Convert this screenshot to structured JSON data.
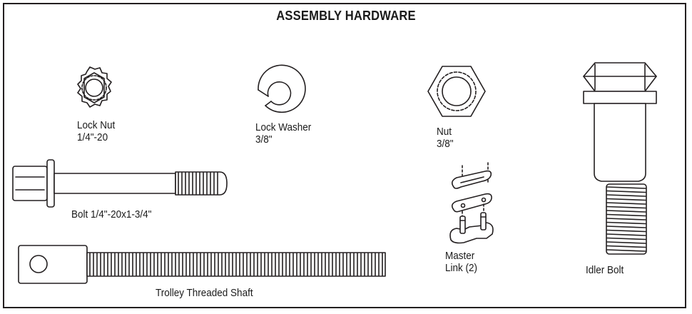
{
  "title": "ASSEMBLY HARDWARE",
  "parts": {
    "lock_nut": {
      "name": "Lock Nut",
      "size": "1/4\"-20"
    },
    "lock_washer": {
      "name": "Lock Washer",
      "size": "3/8\""
    },
    "nut": {
      "name": "Nut",
      "size": "3/8\""
    },
    "bolt": {
      "label": "Bolt 1/4\"-20x1-3/4\""
    },
    "master_link": {
      "line1": "Master",
      "line2": "Link (2)"
    },
    "idler_bolt": {
      "label": "Idler Bolt"
    },
    "trolley_shaft": {
      "label": "Trolley Threaded Shaft"
    }
  },
  "colors": {
    "ink": "#231f20",
    "background": "#ffffff"
  }
}
